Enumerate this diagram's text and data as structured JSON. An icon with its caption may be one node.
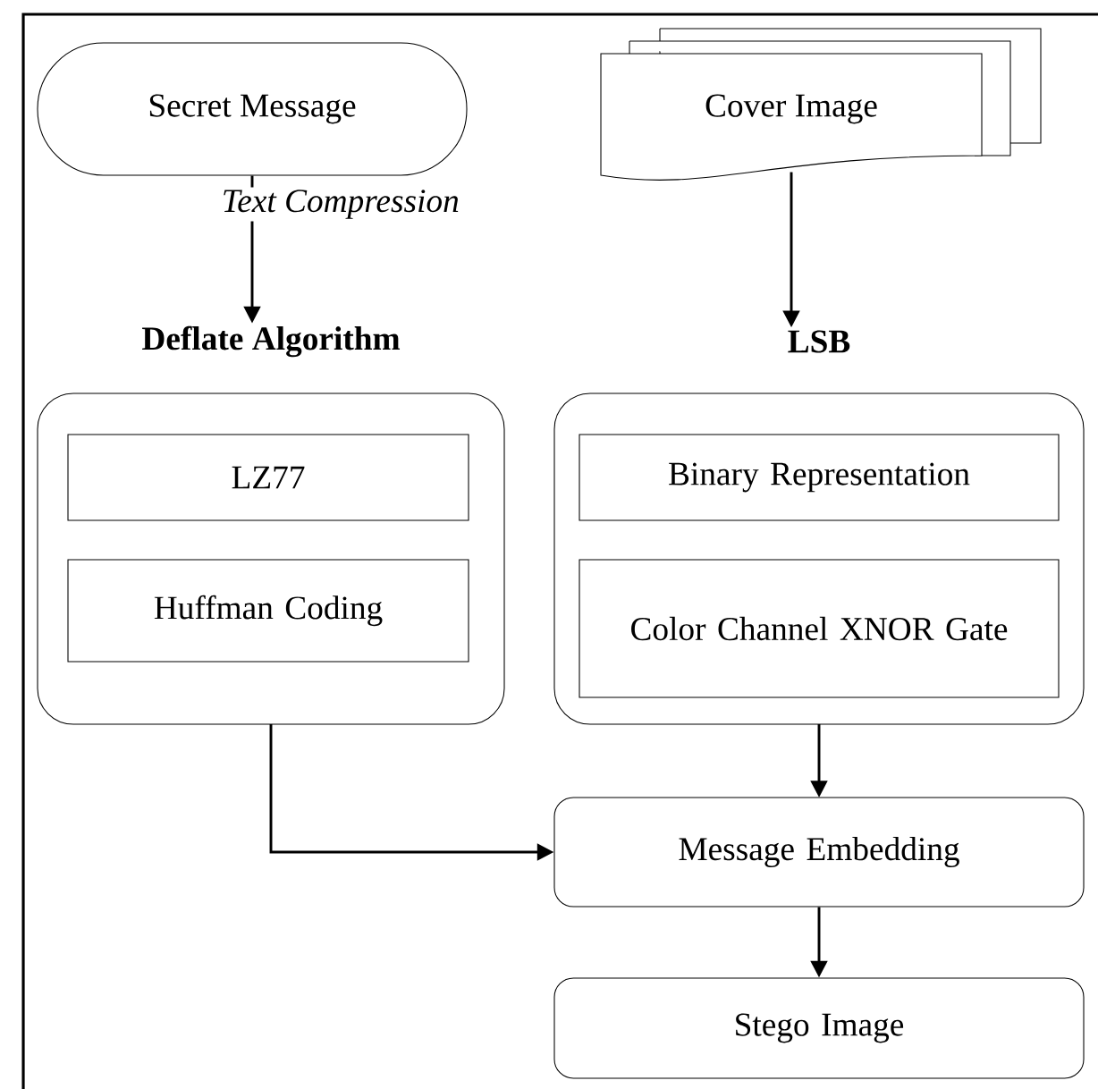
{
  "diagram": {
    "nodes": [
      {
        "text": [
          "Secret Message"
        ]
      },
      {
        "text": [
          "Cover Image"
        ]
      },
      {
        "text": [
          "Deflate Algorithm"
        ]
      },
      {
        "text": [
          "LZ77"
        ],
        "in": 2
      },
      {
        "text": [
          "Huffman Coding"
        ],
        "in": 2
      },
      {
        "text": [
          "LSB"
        ]
      },
      {
        "text": [
          "Binary Representation"
        ],
        "in": 5
      },
      {
        "text": [
          "Color Channel XNOR Gate"
        ],
        "in": 5
      },
      {
        "text": [
          "Message Embedding"
        ]
      },
      {
        "text": [
          "Stego Image"
        ]
      }
    ],
    "edges": [
      {
        "from": 0,
        "to": 2,
        "arrow": "to",
        "label": "Text Compression"
      },
      {
        "from": 1,
        "to": 5,
        "arrow": "to"
      },
      {
        "from": 2,
        "to": 8,
        "arrow": "to"
      },
      {
        "from": 5,
        "to": 8,
        "arrow": "to"
      },
      {
        "from": 8,
        "to": 9,
        "arrow": "to"
      }
    ]
  }
}
